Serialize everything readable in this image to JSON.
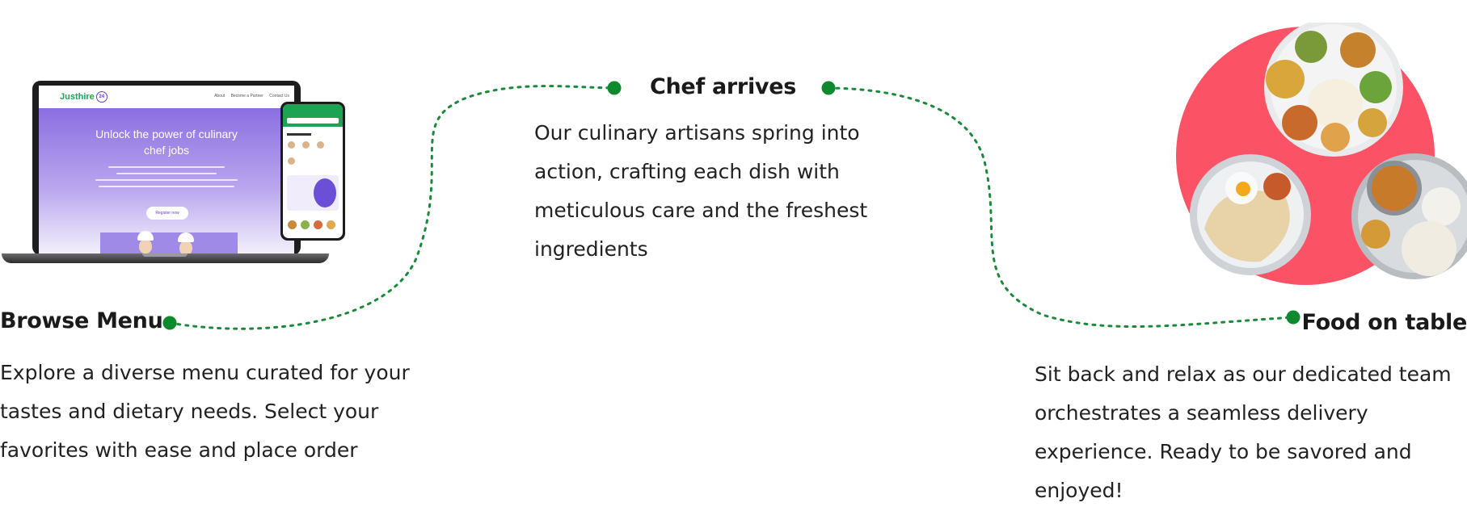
{
  "steps": [
    {
      "title": "Browse Menu",
      "description_lines": [
        "Explore a diverse menu curated for your",
        "tastes and dietary needs. Select your",
        "favorites with ease and place order"
      ]
    },
    {
      "title": "Chef arrives",
      "description_lines": [
        "Our culinary artisans spring into",
        "action, crafting each dish with",
        "meticulous care and the freshest",
        "ingredients"
      ]
    },
    {
      "title": "Food on table",
      "description_lines": [
        "Sit back and relax as our dedicated team",
        "orchestrates a seamless delivery",
        "experience. Ready to be savored and",
        "enjoyed!"
      ]
    }
  ],
  "mockup": {
    "logo": "Justhire",
    "logo_badge": "24",
    "nav_links": [
      "About",
      "Become a Partner",
      "Contact Us"
    ],
    "hero_title_line1": "Unlock the power of culinary",
    "hero_title_line2": "chef jobs",
    "cta_label": "Register now"
  },
  "colors": {
    "connector": "#1a8a3a",
    "dot": "#0d8a2e",
    "food_circle": "#fb5365",
    "hero_purple": "#8b6fe0"
  }
}
